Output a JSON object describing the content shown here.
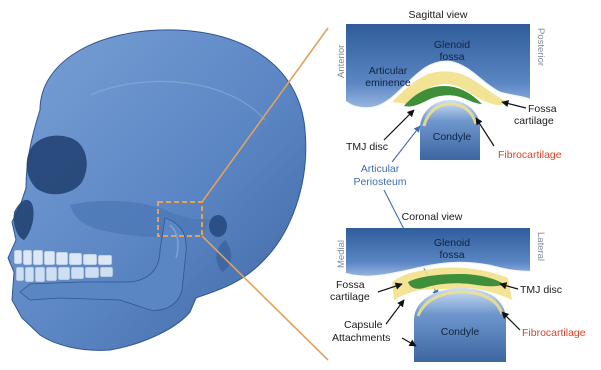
{
  "colors": {
    "bone_blue": "#5b86c4",
    "bone_dark": "#3f67a3",
    "bone_light": "#8fb0dc",
    "cartilage_yellow": "#f2e08a",
    "disc_green": "#3f8f3a",
    "fibrocartilage_red": "#d2462a",
    "periosteum_blue": "#3d6fb0",
    "zoom_orange": "#e3a15c"
  },
  "sagittal": {
    "title": "Sagittal view",
    "side_left": "Anterior",
    "side_right": "Posterior",
    "glenoid_line1": "Glenoid",
    "glenoid_line2": "fossa",
    "eminence_line1": "Articular",
    "eminence_line2": "eminence",
    "condyle": "Condyle",
    "tmj_disc": "TMJ disc",
    "fossa_cart_line1": "Fossa",
    "fossa_cart_line2": "cartilage",
    "fibrocartilage": "Fibrocartilage"
  },
  "periosteum": {
    "line1": "Articular",
    "line2": "Periosteum"
  },
  "coronal": {
    "title": "Coronal view",
    "side_left": "Medial",
    "side_right": "Lateral",
    "glenoid_line1": "Glenoid",
    "glenoid_line2": "fossa",
    "fossa_cart_line1": "Fossa",
    "fossa_cart_line2": "cartilage",
    "tmj_disc": "TMJ disc",
    "capsule_line1": "Capsule",
    "capsule_line2": "Attachments",
    "condyle": "Condyle",
    "fibrocartilage": "Fibrocartilage"
  }
}
